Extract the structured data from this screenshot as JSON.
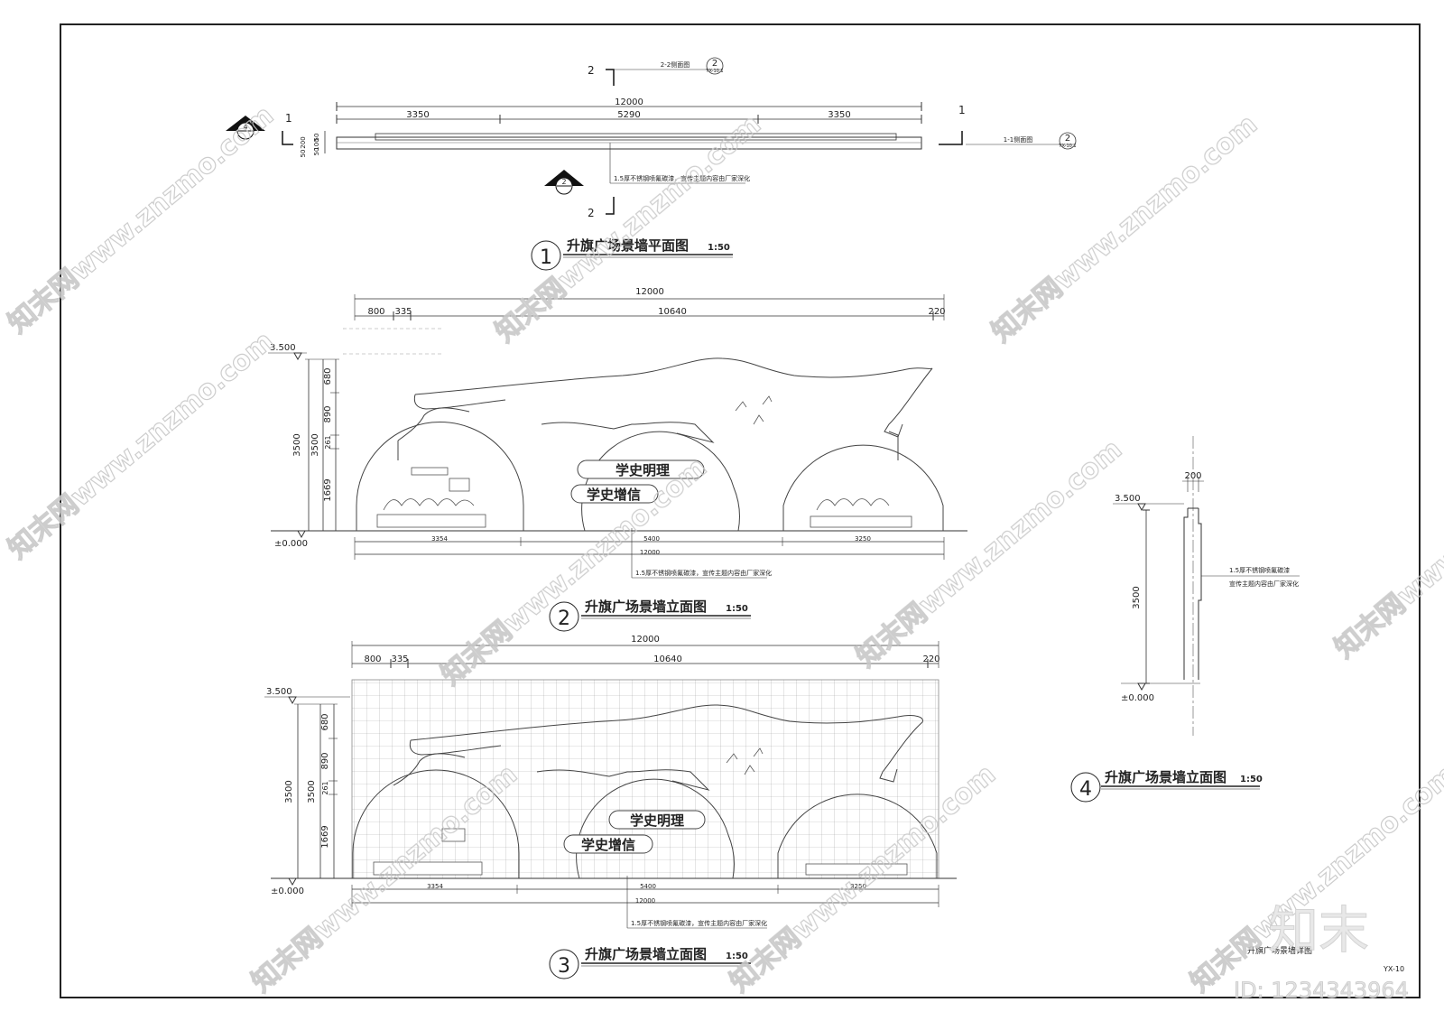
{
  "drawings": {
    "plan": {
      "number": "1",
      "title": "升旗广场景墙平面图",
      "scale": "1:50",
      "total": "12000",
      "segments": [
        "3350",
        "5290",
        "3350"
      ],
      "thickness": [
        "50",
        "100",
        "50"
      ],
      "thickness_alt": [
        "200",
        "50"
      ],
      "note": "1.5厚不锈钢喷氟碳漆，宣传主题内容由厂家深化",
      "section_1_label": "1",
      "section_1_ref": "1-1侧面图",
      "section_2_label": "2",
      "section_2_ref": "2-2侧面图",
      "ref_sheet": "YX-10.1",
      "ref_circle": "2",
      "index_marker_top": "4",
      "index_marker_bottom": "2"
    },
    "elevation_2": {
      "number": "2",
      "title": "升旗广场景墙立面图",
      "scale": "1:50",
      "top_total": "12000",
      "top_segments": [
        "800",
        "335",
        "10640",
        "220"
      ],
      "elevation_top": "3.500",
      "elevation_base": "±0.000",
      "height_total": "3500",
      "height_segments": [
        "680",
        "890",
        "261",
        "1669"
      ],
      "height_inner": "3500",
      "bottom_segments": [
        "3354",
        "5400",
        "3250"
      ],
      "bottom_total": "12000",
      "plaque_1": "学史明理",
      "plaque_2": "学史增信",
      "note": "1.5厚不锈钢喷氟碳漆，宣传主题内容由厂家深化"
    },
    "elevation_3": {
      "number": "3",
      "title": "升旗广场景墙立面图",
      "scale": "1:50",
      "top_total": "12000",
      "top_segments": [
        "800",
        "335",
        "10640",
        "220"
      ],
      "elevation_top": "3.500",
      "elevation_base": "±0.000",
      "height_total": "3500",
      "height_segments": [
        "680",
        "890",
        "261",
        "1669"
      ],
      "height_inner": "3500",
      "bottom_segments": [
        "3354",
        "5400",
        "3250"
      ],
      "bottom_total": "12000",
      "plaque_1": "学史明理",
      "plaque_2": "学史增信",
      "note": "1.5厚不锈钢喷氟碳漆，宣传主题内容由厂家深化"
    },
    "elevation_4": {
      "number": "4",
      "title": "升旗广场景墙立面图",
      "scale": "1:50",
      "thickness": "200",
      "elevation_top": "3.500",
      "elevation_base": "±0.000",
      "height": "3500",
      "note_line1": "1.5厚不锈钢喷氟碳漆",
      "note_line2": "宣传主题内容由厂家深化"
    }
  },
  "title_block": {
    "sheet_title": "升旗广场景墙详图",
    "sheet_number": "YX-10"
  },
  "watermarks": {
    "site": "知末网www.znzmo.com",
    "brand": "知末",
    "id": "ID: 1234343964"
  }
}
